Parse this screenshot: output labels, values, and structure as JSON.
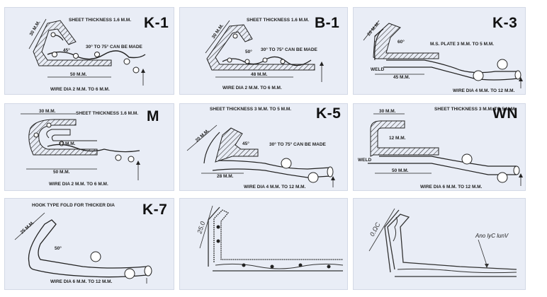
{
  "panels": [
    {
      "id": "k1",
      "label": "K-1",
      "notes": [
        "SHEET THICKNESS 1.6 M.M.",
        "30° TO 75° CAN BE MADE",
        "WIRE DIA 2 M.M. TO 6 M.M."
      ],
      "dims": [
        "30 M.M.",
        "45°",
        "50 M.M."
      ]
    },
    {
      "id": "b1",
      "label": "B-1",
      "notes": [
        "SHEET THICKNESS 1.6 M.M.",
        "30° TO 75° CAN BE MADE",
        "WIRE DIA 2 M.M. TO 6 M.M."
      ],
      "dims": [
        "30 M.M.",
        "50°",
        "48 M.M."
      ]
    },
    {
      "id": "k3",
      "label": "K-3",
      "notes": [
        "M.S. PLATE 3 M.M. TO 5 M.M.",
        "WELD",
        "WIRE DIA 4 M.M. TO 12 M.M."
      ],
      "dims": [
        "20 M.M.",
        "60°",
        "45 M.M."
      ]
    },
    {
      "id": "m",
      "label": "M",
      "notes": [
        "SHEET THICKNESS 1.6 M.M.",
        "WIRE DIA 2 M.M. TO 6 M.M."
      ],
      "dims": [
        "30 M.M.",
        "12 M.M.",
        "50 M.M."
      ]
    },
    {
      "id": "k5",
      "label": "K-5",
      "notes": [
        "SHEET THICKNESS  3 M.M. TO 5 M.M.",
        "30° TO 75° CAN BE MADE",
        "WIRE DIA 4 M.M. TO 12 M.M."
      ],
      "dims": [
        "20 M.M.",
        "45°",
        "28 M.M."
      ]
    },
    {
      "id": "wn",
      "label": "WN",
      "notes": [
        "SHEET THICKNESS  3 M.M. TO 5 M.M.",
        "WELD",
        "WIRE DIA 6 M.M. TO 12 M.M."
      ],
      "dims": [
        "30 M.M.",
        "12 M.M.",
        "50 M.M."
      ]
    },
    {
      "id": "k7",
      "label": "K-7",
      "notes": [
        "HOOK TYPE FOLD FOR THICKER DIA",
        "WIRE DIA 6 M.M. TO 12 M.M."
      ],
      "dims": [
        "25 M.M.",
        "50°"
      ]
    },
    {
      "id": "p8",
      "label": "",
      "notes": [],
      "dims": [
        "25.0"
      ]
    },
    {
      "id": "p9",
      "label": "",
      "notes": [
        "Ano lyC lunV"
      ],
      "dims": [
        "0.ΩC"
      ]
    }
  ]
}
